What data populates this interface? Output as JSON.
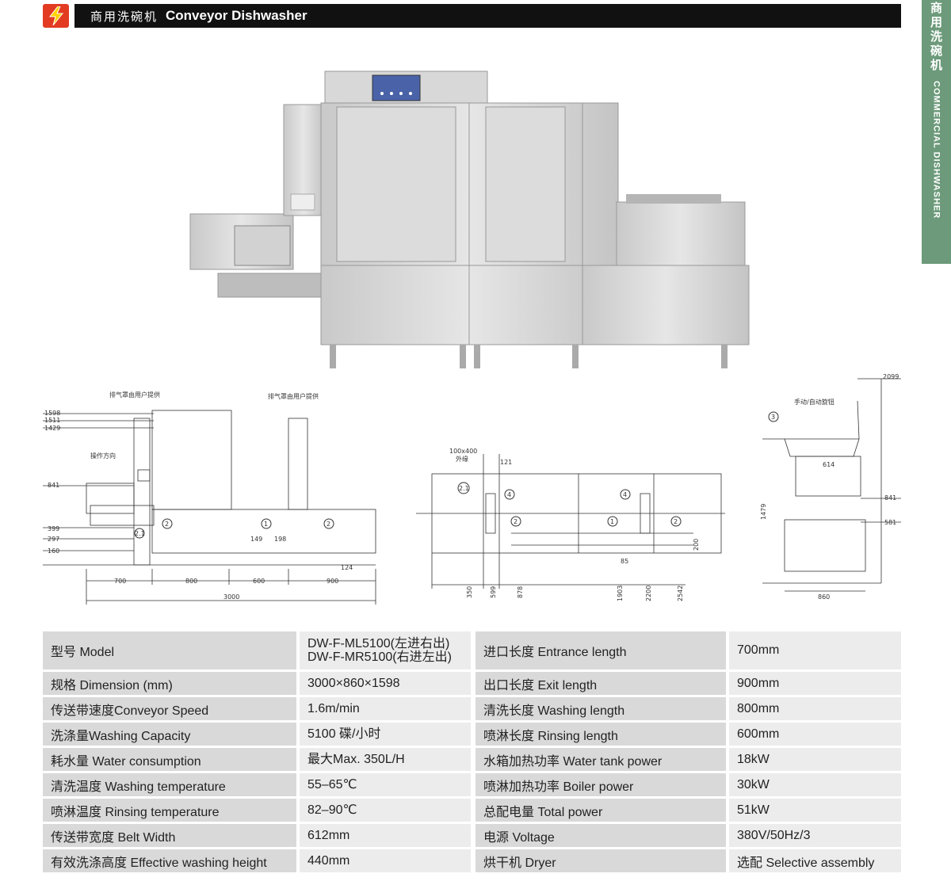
{
  "header": {
    "title_zh": "商用洗碗机",
    "title_en": "Conveyor Dishwasher",
    "logo_icon": "lightning-icon"
  },
  "side_tab": {
    "zh": "商用洗碗机",
    "en": "COMMERCIAL DISHWASHER"
  },
  "drawings": {
    "front": {
      "note_left": "排气罩由用户提供",
      "note_right": "排气罩由用户提供",
      "direction": "操作方向",
      "heights": [
        "1598",
        "1511",
        "1429",
        "841",
        "399",
        "297",
        "160"
      ],
      "widths": [
        "700",
        "800",
        "600",
        "900"
      ],
      "total": "3000",
      "small": [
        "149",
        "198",
        "124"
      ],
      "tags": [
        "2",
        "1",
        "2",
        "2.1"
      ]
    },
    "plan": {
      "note": "100x400",
      "note_sub": "外缘",
      "dims": [
        "121",
        "200",
        "85"
      ],
      "bottom": [
        "350",
        "599",
        "878",
        "1903",
        "2200",
        "2542"
      ],
      "tags": [
        "2.1",
        "4",
        "4",
        "2",
        "1",
        "2"
      ]
    },
    "side": {
      "note": "手动/自动旋钮",
      "dims": [
        "2099",
        "614",
        "1479",
        "841",
        "581",
        "860"
      ],
      "tag": "3"
    }
  },
  "specs": [
    {
      "l1": "型号 Model",
      "v1": [
        "DW-F-ML5100(左进右出)",
        "DW-F-MR5100(右进左出)"
      ],
      "l2": "进口长度 Entrance length",
      "v2": "700mm"
    },
    {
      "l1": "规格 Dimension (mm)",
      "v1": [
        "3000×860×1598"
      ],
      "l2": "出口长度 Exit length",
      "v2": "900mm"
    },
    {
      "l1": "传送带速度Conveyor Speed",
      "v1": [
        "1.6m/min"
      ],
      "l2": "清洗长度 Washing length",
      "v2": "800mm"
    },
    {
      "l1": "洗涤量Washing Capacity",
      "v1": [
        "5100 碟/小时"
      ],
      "l2": "喷淋长度 Rinsing length",
      "v2": "600mm"
    },
    {
      "l1": "耗水量 Water consumption",
      "v1": [
        "最大Max. 350L/H"
      ],
      "l2": "水箱加热功率 Water tank power",
      "v2": "18kW"
    },
    {
      "l1": "清洗温度 Washing temperature",
      "v1": [
        "55–65℃"
      ],
      "l2": "喷淋加热功率 Boiler power",
      "v2": "30kW"
    },
    {
      "l1": "喷淋温度 Rinsing temperature",
      "v1": [
        "82–90℃"
      ],
      "l2": "总配电量 Total power",
      "v2": "51kW"
    },
    {
      "l1": "传送带宽度 Belt Width",
      "v1": [
        "612mm"
      ],
      "l2": "电源 Voltage",
      "v2": "380V/50Hz/3"
    },
    {
      "l1": "有效洗涤高度 Effective washing height",
      "v1": [
        "440mm"
      ],
      "l2": "烘干机 Dryer",
      "v2": "选配 Selective assembly"
    }
  ]
}
